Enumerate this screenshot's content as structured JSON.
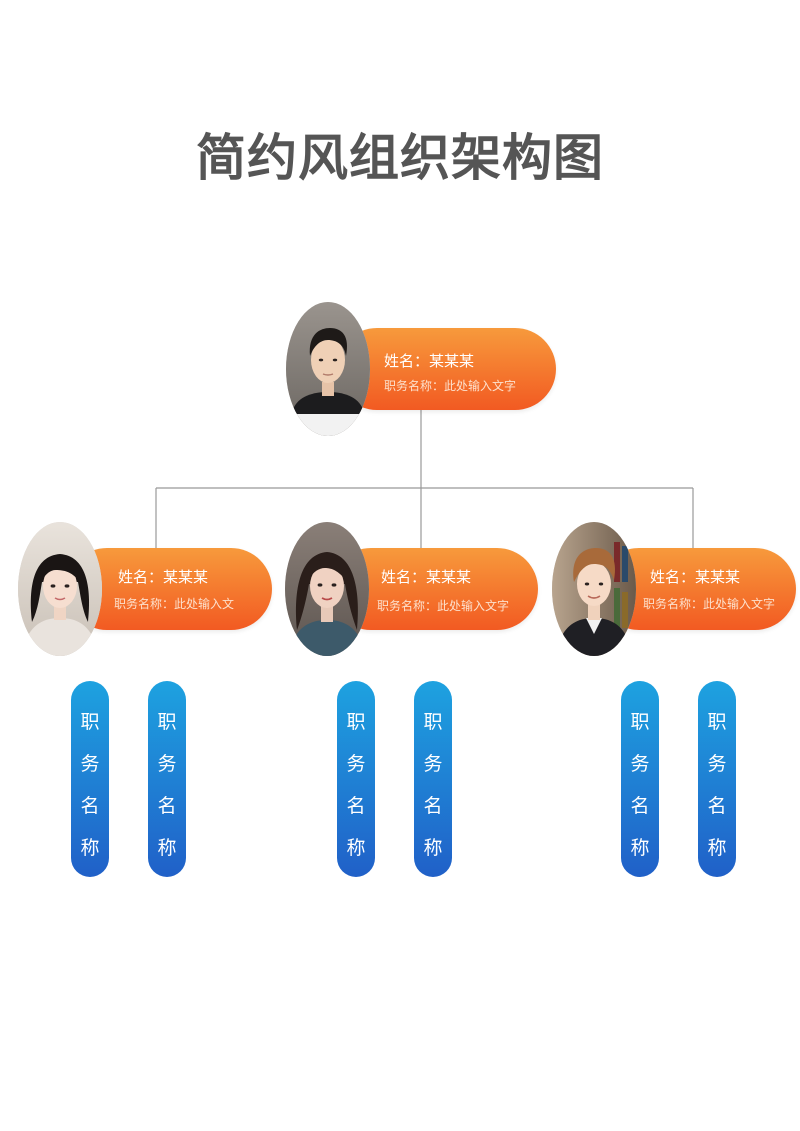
{
  "title": "简约风组织架构图",
  "colors": {
    "accent_orange": "#f25a22",
    "accent_blue": "#1e7fd8",
    "line": "#999999"
  },
  "top": {
    "name": "姓名：某某某",
    "job": "职务名称：此处输入文字",
    "avatar": "male-avatar"
  },
  "managers": [
    {
      "name": "姓名：某某某",
      "job": "职务名称：此处输入文",
      "avatar": "female-avatar"
    },
    {
      "name": "姓名：某某某",
      "job": "职务名称：此处输入文字",
      "avatar": "female-avatar"
    },
    {
      "name": "姓名：某某某",
      "job": "职务名称：此处输入文字",
      "avatar": "male-avatar"
    }
  ],
  "positions": [
    {
      "chars": [
        "职",
        "务",
        "名",
        "称"
      ]
    },
    {
      "chars": [
        "职",
        "务",
        "名",
        "称"
      ]
    },
    {
      "chars": [
        "职",
        "务",
        "名",
        "称"
      ]
    },
    {
      "chars": [
        "职",
        "务",
        "名",
        "称"
      ]
    },
    {
      "chars": [
        "职",
        "务",
        "名",
        "称"
      ]
    },
    {
      "chars": [
        "职",
        "务",
        "名",
        "称"
      ]
    }
  ]
}
